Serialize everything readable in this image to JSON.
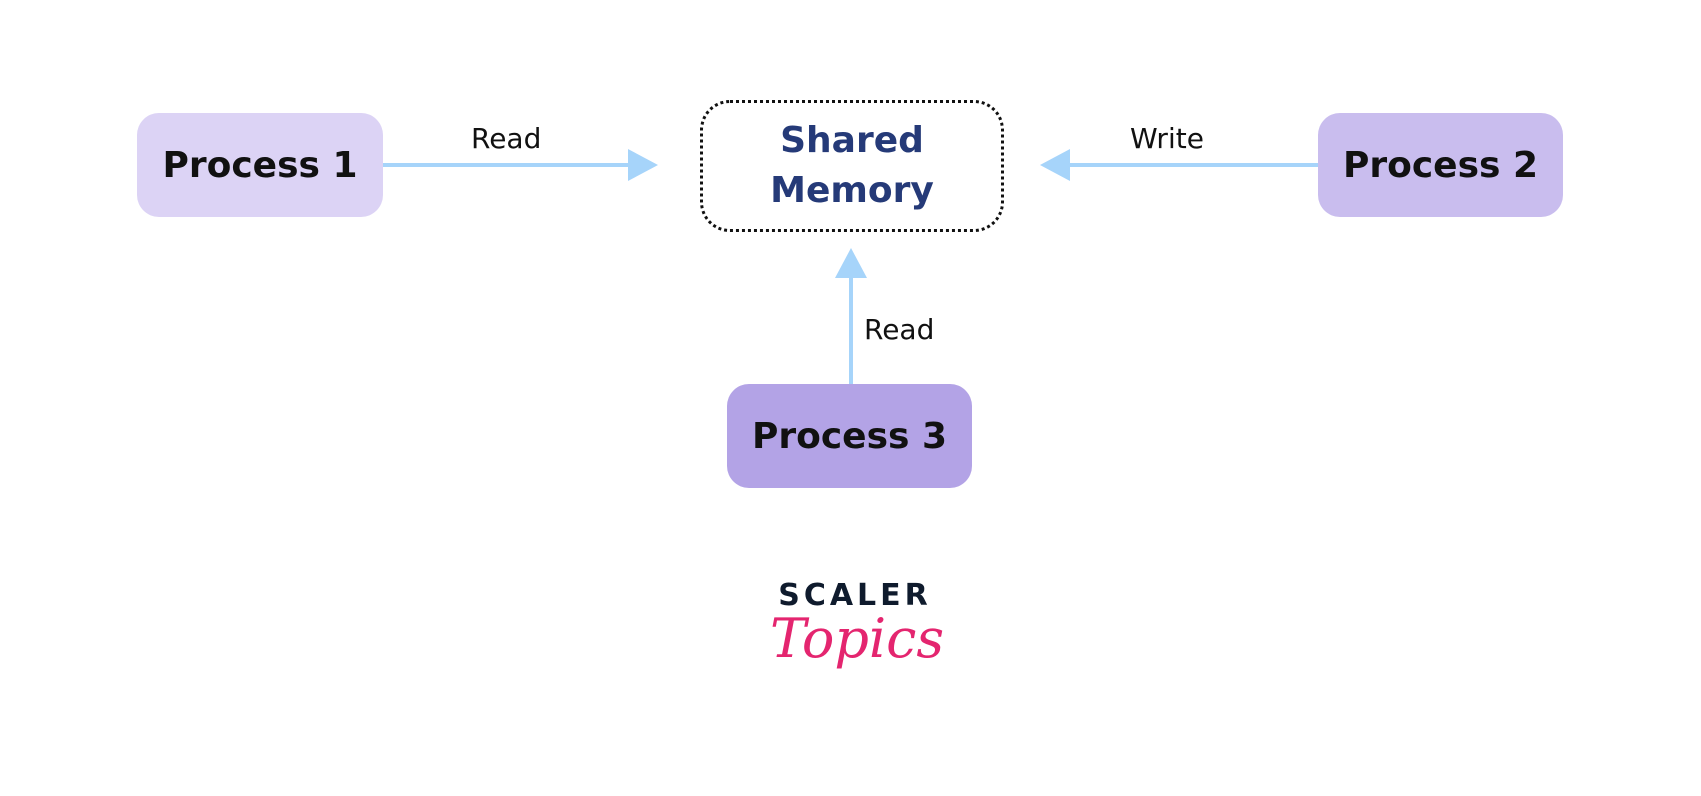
{
  "nodes": {
    "process1": "Process 1",
    "process2": "Process 2",
    "process3": "Process 3",
    "shared_memory": [
      "Shared",
      "Memory"
    ]
  },
  "edges": [
    {
      "from": "Process 1",
      "to": "Shared Memory",
      "label": "Read"
    },
    {
      "from": "Process 2",
      "to": "Shared Memory",
      "label": "Write"
    },
    {
      "from": "Process 3",
      "to": "Shared Memory",
      "label": "Read"
    }
  ],
  "logo": {
    "line1": "SCALER",
    "line2": "Topics"
  },
  "colors": {
    "p1": "#dcd3f5",
    "p2": "#c9bdee",
    "p3": "#b3a3e6",
    "arrow": "#a6d4fa",
    "shared_text": "#253a78",
    "logo_pink": "#e4256f"
  }
}
